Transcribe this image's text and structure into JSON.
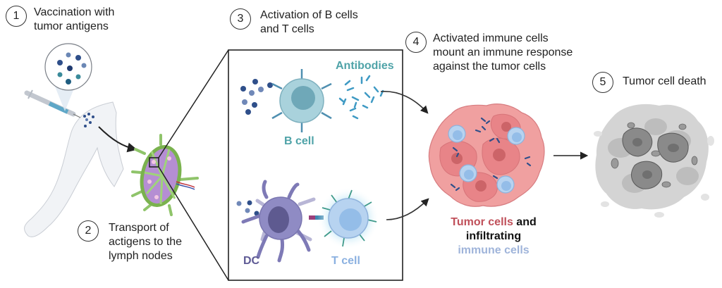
{
  "steps": [
    {
      "number": "1",
      "line1": "Vaccination with",
      "line2": "tumor antigens"
    },
    {
      "number": "2",
      "line1": "Transport of",
      "line2": "actigens to the",
      "line3": "lymph nodes"
    },
    {
      "number": "3",
      "line1": "Activation of B cells",
      "line2": "and T cells"
    },
    {
      "number": "4",
      "line1": "Activated immune cells",
      "line2": "mount an immune response",
      "line3": "against the tumor cells"
    },
    {
      "number": "5",
      "line1": "Tumor cell death"
    }
  ],
  "cell_labels": {
    "antibodies": "Antibodies",
    "b_cell": "B cell",
    "dc": "DC",
    "t_cell": "T cell"
  },
  "tumor_caption": {
    "part1": "Tumor cells",
    "part2": " and",
    "part3": "infiltrating",
    "part4": "immune cells"
  },
  "colors": {
    "antibodies": "#4fa3a8",
    "b_cell": "#4fa3a8",
    "dc": "#5e5a95",
    "t_cell": "#8ab0e0",
    "tumor_text": "#c0505a",
    "immune_text": "#9fb4da"
  }
}
